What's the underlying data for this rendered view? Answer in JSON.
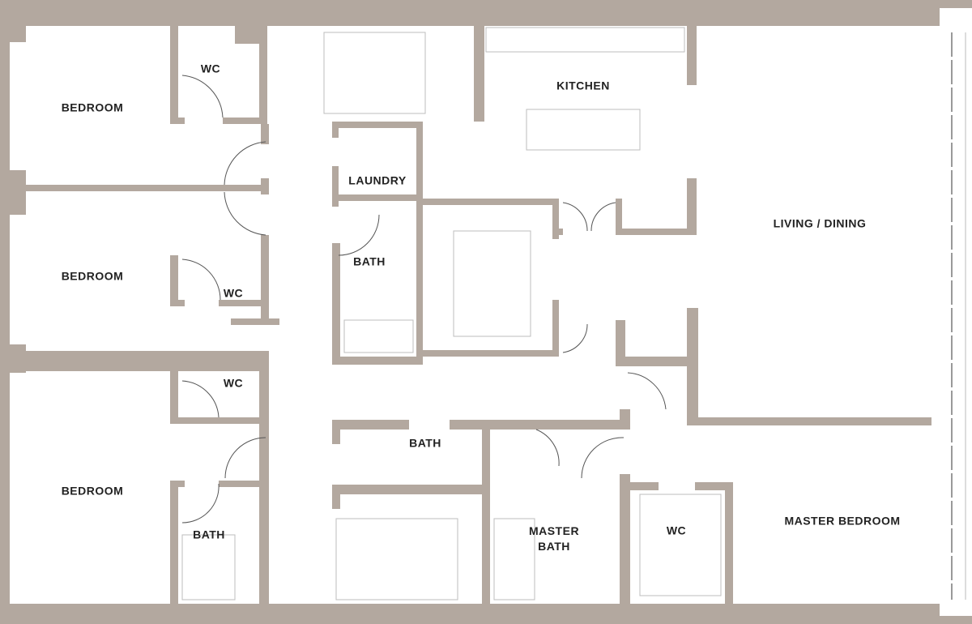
{
  "colors": {
    "wall": "#b3a89f",
    "fixture": "#bdbdbd",
    "text": "#222222"
  },
  "rooms": {
    "bedroom_1": "BEDROOM",
    "bedroom_2": "BEDROOM",
    "bedroom_3": "BEDROOM",
    "wc_1": "WC",
    "wc_2": "WC",
    "wc_3": "WC",
    "wc_master": "WC",
    "laundry": "LAUNDRY",
    "bath_center": "BATH",
    "bath_lower": "BATH",
    "bath_bedroom3": "BATH",
    "kitchen": "KITCHEN",
    "living_dining": "LIVING / DINING",
    "master_bath_line1": "MASTER",
    "master_bath_line2": "BATH",
    "master_bedroom": "MASTER BEDROOM"
  }
}
